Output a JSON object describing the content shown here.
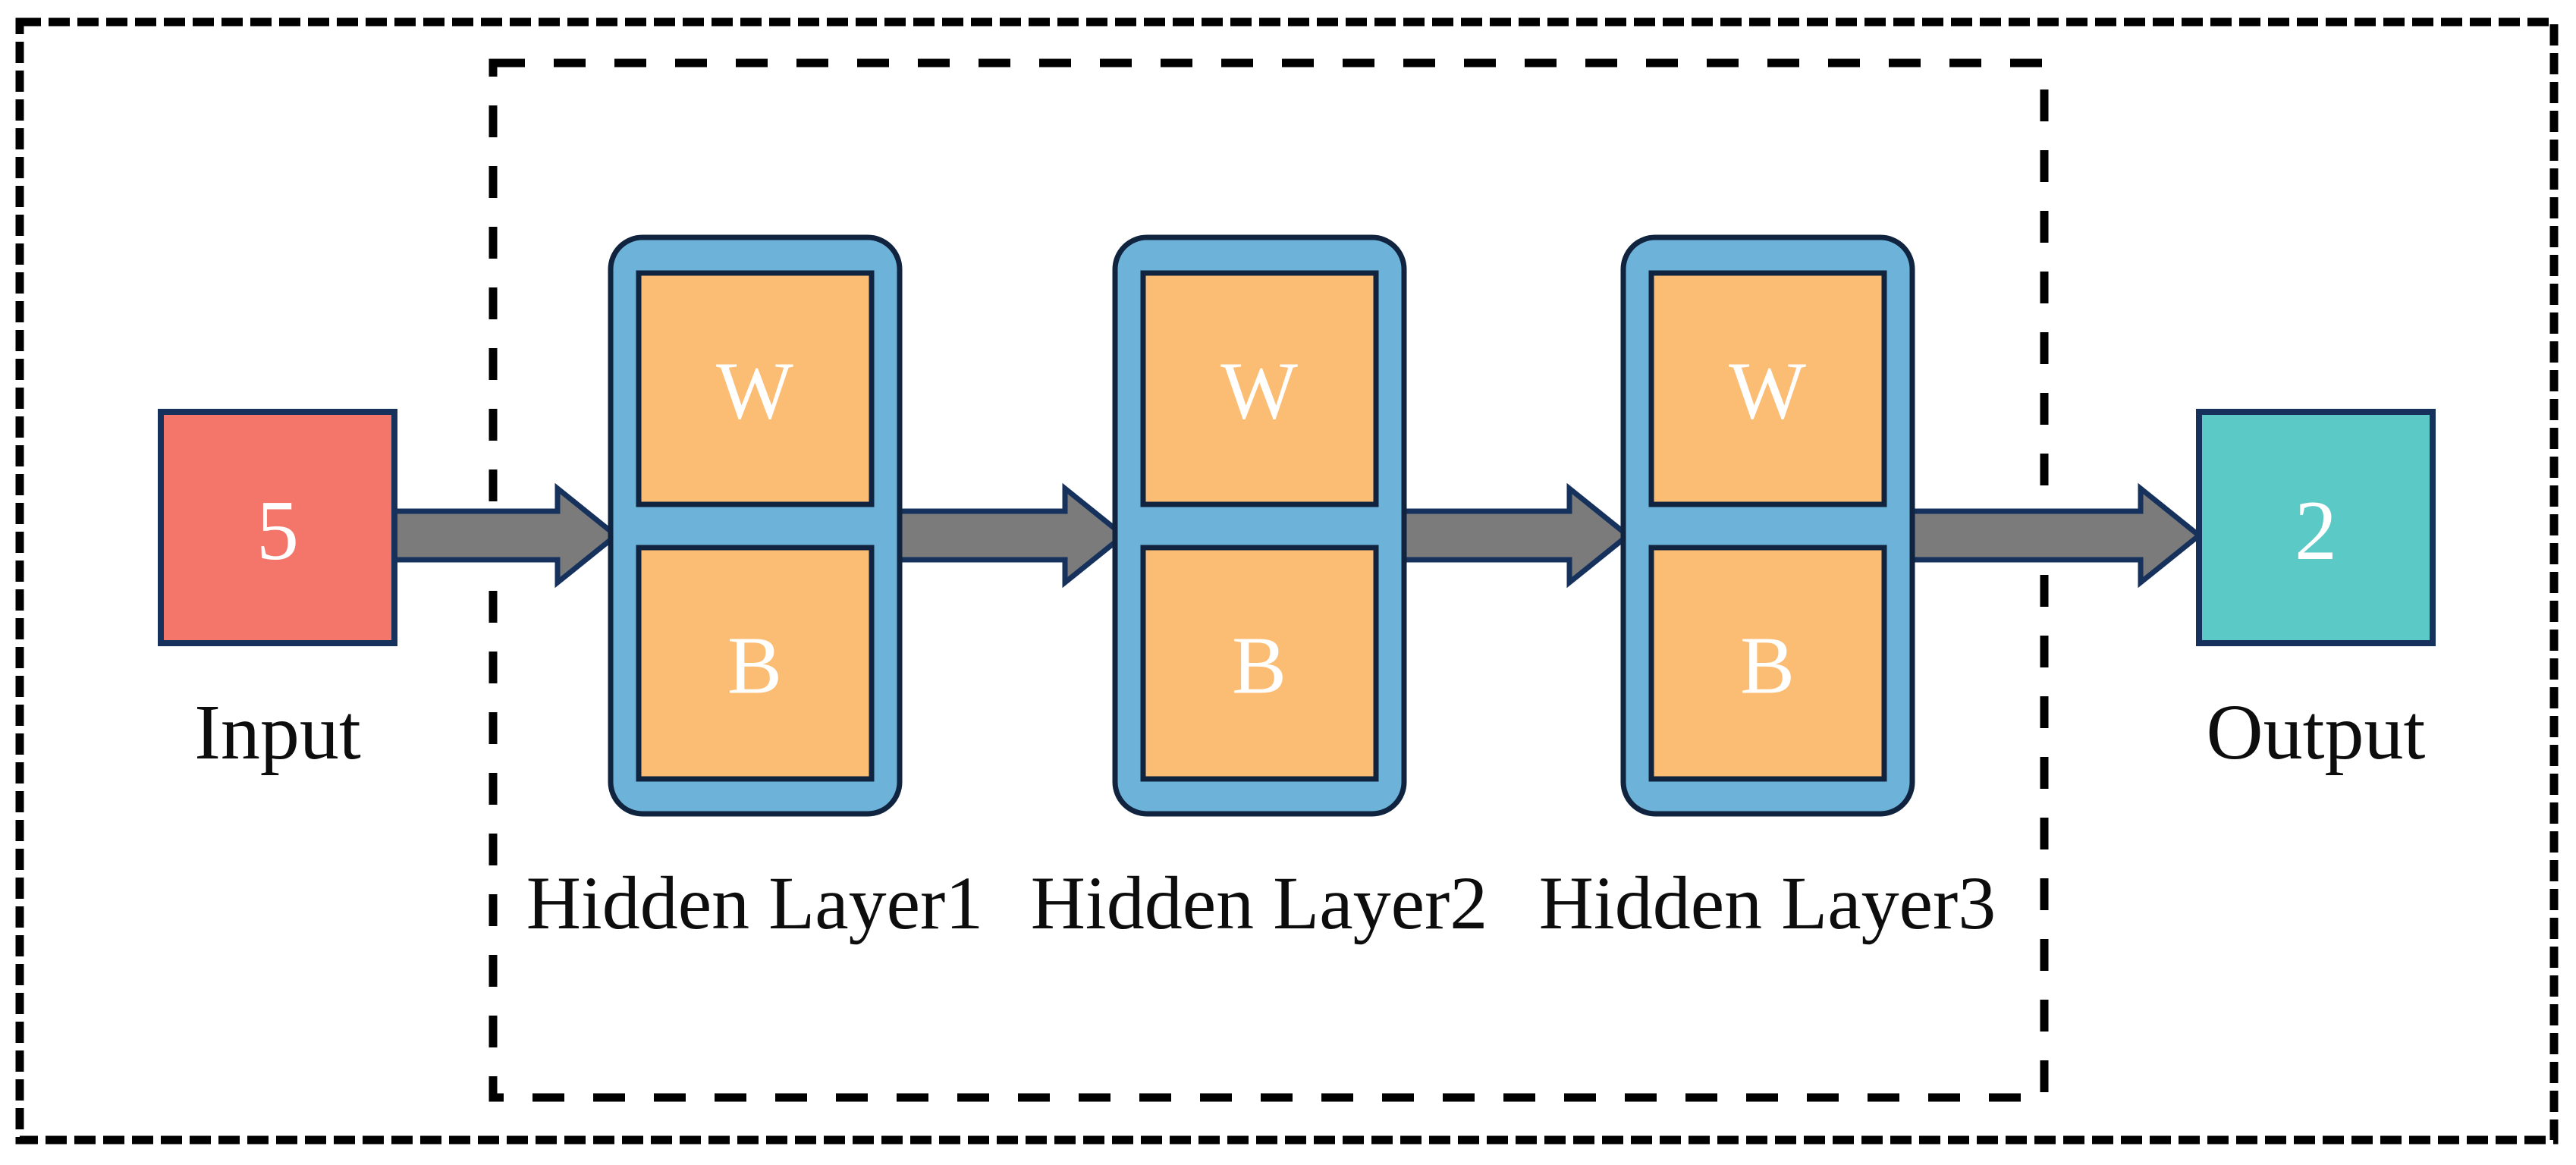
{
  "figure": {
    "title": "Neural network architecture diagram",
    "background_color": "#ffffff"
  },
  "colors": {
    "input_fill": "#f4766a",
    "output_fill": "#5bc9c5",
    "panel_fill": "#6db2d8",
    "cell_fill": "#fbbd74",
    "border_navy": "#16325c",
    "cell_border": "#10233f",
    "arrow_fill": "#7b7b7b",
    "dash_stroke": "#000000",
    "label_text": "#0d0d0d",
    "value_text": "#ffffff"
  },
  "outer_frame": {
    "name": "outer-dashed-frame",
    "style": "dashed",
    "dash_pattern": "28 10"
  },
  "hidden_group_frame": {
    "name": "hidden-layers-dashed-frame",
    "style": "dashed",
    "dash_pattern": "42 38"
  },
  "input": {
    "value": "5",
    "caption": "Input"
  },
  "output": {
    "value": "2",
    "caption": "Output"
  },
  "hidden_layers": [
    {
      "caption": "Hidden Layer1",
      "weight_label": "W",
      "bias_label": "B"
    },
    {
      "caption": "Hidden Layer2",
      "weight_label": "W",
      "bias_label": "B"
    },
    {
      "caption": "Hidden Layer3",
      "weight_label": "W",
      "bias_label": "B"
    }
  ],
  "arrows": [
    {
      "name": "arrow-input-to-layer1"
    },
    {
      "name": "arrow-layer1-to-layer2"
    },
    {
      "name": "arrow-layer2-to-layer3"
    },
    {
      "name": "arrow-layer3-to-output"
    }
  ],
  "chart_data": {
    "type": "diagram",
    "title": "Feed-forward neural network with three hidden layers",
    "nodes": [
      {
        "id": "input",
        "label": "Input",
        "value": "5",
        "shape": "square",
        "fill": "#f4766a"
      },
      {
        "id": "h1",
        "label": "Hidden Layer1",
        "value": "W/B",
        "shape": "rounded-rect",
        "fill": "#6db2d8"
      },
      {
        "id": "h2",
        "label": "Hidden Layer2",
        "value": "W/B",
        "shape": "rounded-rect",
        "fill": "#6db2d8"
      },
      {
        "id": "h3",
        "label": "Hidden Layer3",
        "value": "W/B",
        "shape": "rounded-rect",
        "fill": "#6db2d8"
      },
      {
        "id": "output",
        "label": "Output",
        "value": "2",
        "shape": "square",
        "fill": "#5bc9c5"
      }
    ],
    "edges": [
      {
        "from": "input",
        "to": "h1"
      },
      {
        "from": "h1",
        "to": "h2"
      },
      {
        "from": "h2",
        "to": "h3"
      },
      {
        "from": "h3",
        "to": "output"
      }
    ],
    "input_dimension": 5,
    "output_dimension": 2,
    "hidden_layer_count": 3
  }
}
